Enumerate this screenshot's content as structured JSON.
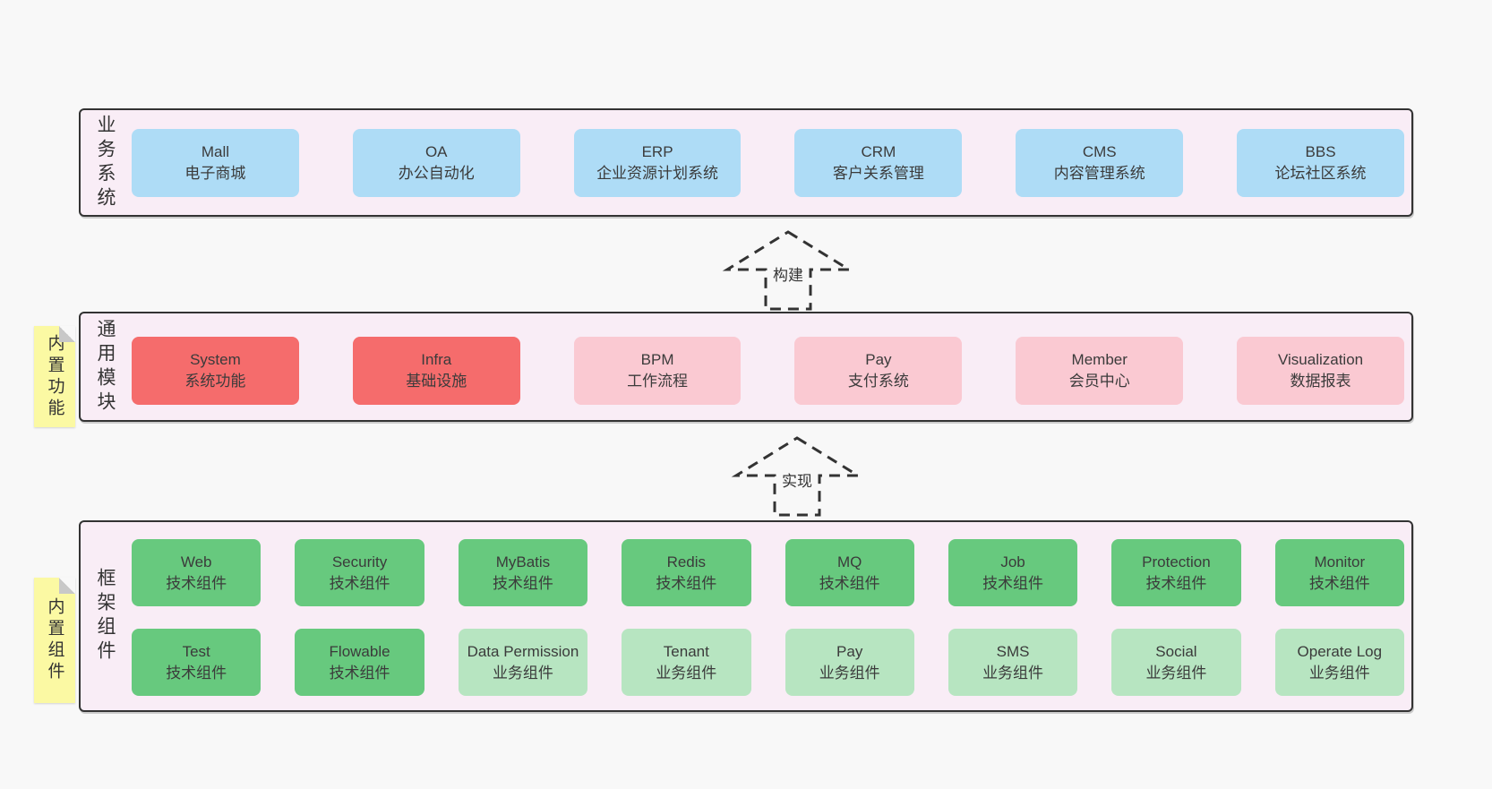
{
  "colors": {
    "canvas_bg": "#f8f8f8",
    "band_bg": "#f9edf6",
    "band_border": "#333333",
    "blue": "#aedcf6",
    "red": "#f56c6c",
    "pink": "#fac9d2",
    "green": "#67c97e",
    "light_green": "#b7e5c1",
    "note_bg": "#fbf9a3",
    "note_fold": "#c8c8c8",
    "text": "#3b3b3b"
  },
  "arrows": [
    {
      "label": "构建"
    },
    {
      "label": "实现"
    }
  ],
  "bands": [
    {
      "id": "business-systems",
      "label": "业务系统",
      "boxes": [
        {
          "title": "Mall",
          "subtitle": "电子商城",
          "variant": "blue"
        },
        {
          "title": "OA",
          "subtitle": "办公自动化",
          "variant": "blue"
        },
        {
          "title": "ERP",
          "subtitle": "企业资源计划系统",
          "variant": "blue"
        },
        {
          "title": "CRM",
          "subtitle": "客户关系管理",
          "variant": "blue"
        },
        {
          "title": "CMS",
          "subtitle": "内容管理系统",
          "variant": "blue"
        },
        {
          "title": "BBS",
          "subtitle": "论坛社区系统",
          "variant": "blue"
        }
      ]
    },
    {
      "id": "common-modules",
      "label": "通用模块",
      "note": "内置功能",
      "boxes": [
        {
          "title": "System",
          "subtitle": "系统功能",
          "variant": "red"
        },
        {
          "title": "Infra",
          "subtitle": "基础设施",
          "variant": "red"
        },
        {
          "title": "BPM",
          "subtitle": "工作流程",
          "variant": "pink"
        },
        {
          "title": "Pay",
          "subtitle": "支付系统",
          "variant": "pink"
        },
        {
          "title": "Member",
          "subtitle": "会员中心",
          "variant": "pink"
        },
        {
          "title": "Visualization",
          "subtitle": "数据报表",
          "variant": "pink"
        }
      ]
    },
    {
      "id": "framework-components",
      "label": "框架组件",
      "note": "内置组件",
      "rows": [
        [
          {
            "title": "Web",
            "subtitle": "技术组件",
            "variant": "green"
          },
          {
            "title": "Security",
            "subtitle": "技术组件",
            "variant": "green"
          },
          {
            "title": "MyBatis",
            "subtitle": "技术组件",
            "variant": "green"
          },
          {
            "title": "Redis",
            "subtitle": "技术组件",
            "variant": "green"
          },
          {
            "title": "MQ",
            "subtitle": "技术组件",
            "variant": "green"
          },
          {
            "title": "Job",
            "subtitle": "技术组件",
            "variant": "green"
          },
          {
            "title": "Protection",
            "subtitle": "技术组件",
            "variant": "green"
          },
          {
            "title": "Monitor",
            "subtitle": "技术组件",
            "variant": "green"
          }
        ],
        [
          {
            "title": "Test",
            "subtitle": "技术组件",
            "variant": "green"
          },
          {
            "title": "Flowable",
            "subtitle": "技术组件",
            "variant": "green"
          },
          {
            "title": "Data Permission",
            "subtitle": "业务组件",
            "variant": "lightgreen"
          },
          {
            "title": "Tenant",
            "subtitle": "业务组件",
            "variant": "lightgreen"
          },
          {
            "title": "Pay",
            "subtitle": "业务组件",
            "variant": "lightgreen"
          },
          {
            "title": "SMS",
            "subtitle": "业务组件",
            "variant": "lightgreen"
          },
          {
            "title": "Social",
            "subtitle": "业务组件",
            "variant": "lightgreen"
          },
          {
            "title": "Operate Log",
            "subtitle": "业务组件",
            "variant": "lightgreen"
          }
        ]
      ]
    }
  ]
}
